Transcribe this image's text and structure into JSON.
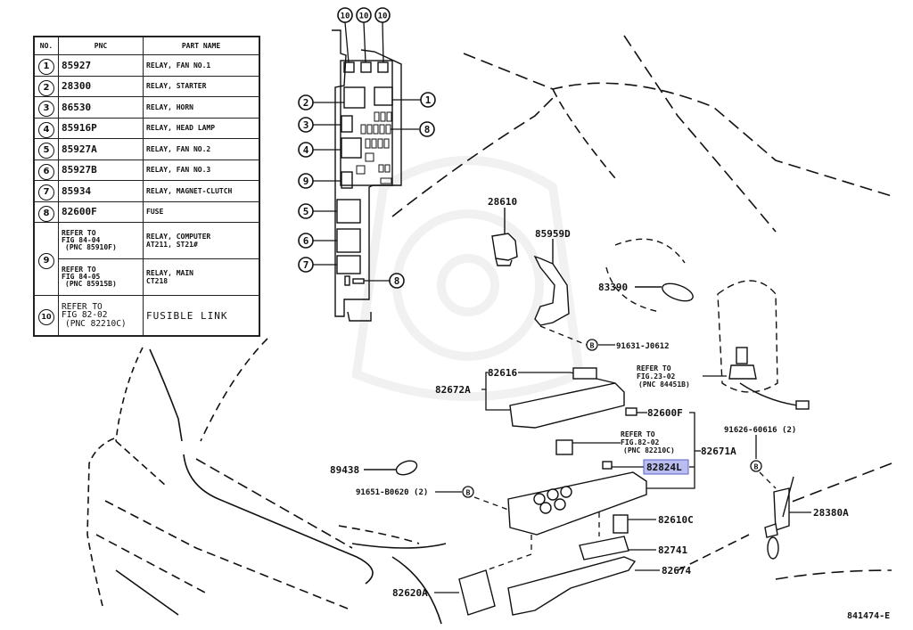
{
  "diagram": {
    "figure_code": "841474-E",
    "highlight_color": "#b9bdf0",
    "table": {
      "headers": {
        "no": "NO.",
        "pnc": "PNC",
        "name": "PART NAME"
      },
      "rows": [
        {
          "no": "1",
          "pnc": "85927",
          "name": "RELAY, FAN NO.1"
        },
        {
          "no": "2",
          "pnc": "28300",
          "name": "RELAY, STARTER"
        },
        {
          "no": "3",
          "pnc": "86530",
          "name": "RELAY, HORN"
        },
        {
          "no": "4",
          "pnc": "85916P",
          "name": "RELAY, HEAD LAMP"
        },
        {
          "no": "5",
          "pnc": "85927A",
          "name": "RELAY, FAN NO.2"
        },
        {
          "no": "6",
          "pnc": "85927B",
          "name": "RELAY, FAN NO.3"
        },
        {
          "no": "7",
          "pnc": "85934",
          "name": "RELAY, MAGNET-CLUTCH"
        },
        {
          "no": "8",
          "pnc": "82600F",
          "name": "FUSE"
        }
      ],
      "row9": {
        "no": "9",
        "a": {
          "ref1": "REFER TO",
          "ref2": "FIG 84-04",
          "ref3": "(PNC 85910F)",
          "name1": "RELAY, COMPUTER",
          "name2": "AT211, ST21#"
        },
        "b": {
          "ref1": "REFER TO",
          "ref2": "FIG 84-05",
          "ref3": "(PNC 85915B)",
          "name1": "RELAY, MAIN",
          "name2": "CT218"
        }
      },
      "row10": {
        "no": "10",
        "ref1": "REFER TO",
        "ref2": "FIG 82-02",
        "ref3": "(PNC 82210C)",
        "name": "FUSIBLE LINK"
      }
    },
    "relay_block_callouts": {
      "top": [
        "10",
        "10",
        "10"
      ],
      "left": [
        "2",
        "3",
        "4",
        "9",
        "5",
        "6",
        "7"
      ],
      "right": [
        "1",
        "8",
        "8"
      ]
    },
    "callouts": {
      "p28610": "28610",
      "p85959D": "85959D",
      "p83390": "83390",
      "p91631": "91631-J0612",
      "ref_fig23": {
        "l1": "REFER TO",
        "l2": "FIG.23-02",
        "l3": "(PNC 84451B)"
      },
      "p82616": "82616",
      "p82672A": "82672A",
      "p82600F": "82600F",
      "ref_fig82": {
        "l1": "REFER TO",
        "l2": "FIG.82-02",
        "l3": "(PNC 82210C)"
      },
      "p82671A": "82671A",
      "p82824L": "82824L",
      "p91626": "91626-60616 (2)",
      "p28380A": "28380A",
      "p89438": "89438",
      "p91651": "91651-B0620 (2)",
      "p82610C": "82610C",
      "p82741": "82741",
      "p82674": "82674",
      "p82620A": "82620A",
      "bolt_mark": "B"
    }
  }
}
